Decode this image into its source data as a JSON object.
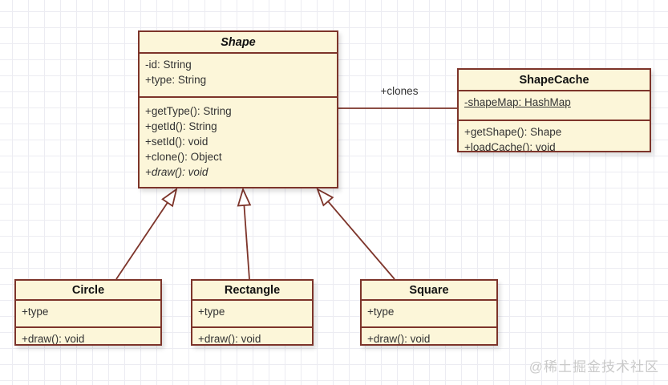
{
  "diagram": {
    "type": "uml-class-diagram",
    "classes": {
      "shape": {
        "title": "Shape",
        "stereotype": "abstract",
        "attributes": [
          "-id: String",
          "+type: String"
        ],
        "methods": [
          "+getType(): String",
          "+getId(): String",
          "+setId(): void",
          "+clone(): Object",
          "+draw(): void"
        ]
      },
      "shapeCache": {
        "title": "ShapeCache",
        "attributes": [
          "-shapeMap: HashMap"
        ],
        "methods": [
          "+getShape(): Shape",
          "+loadCache(): void"
        ]
      },
      "circle": {
        "title": "Circle",
        "attributes": [
          "+type"
        ],
        "methods": [
          "+draw(): void"
        ]
      },
      "rectangle": {
        "title": "Rectangle",
        "attributes": [
          "+type"
        ],
        "methods": [
          "+draw(): void"
        ]
      },
      "square": {
        "title": "Square",
        "attributes": [
          "+type"
        ],
        "methods": [
          "+draw(): void"
        ]
      }
    },
    "edges": [
      {
        "kind": "association",
        "from": "Shape",
        "to": "ShapeCache",
        "label": "+clones"
      },
      {
        "kind": "generalization",
        "from": "Circle",
        "to": "Shape"
      },
      {
        "kind": "generalization",
        "from": "Rectangle",
        "to": "Shape"
      },
      {
        "kind": "generalization",
        "from": "Square",
        "to": "Shape"
      }
    ],
    "association_label": "+clones",
    "colors": {
      "node_fill": "#fcf6d9",
      "node_border": "#7d342a",
      "text": "#333333",
      "grid_line": "#ececf2",
      "background": "#ffffff",
      "watermark": "#c9c9c9"
    }
  },
  "watermark": "@稀土掘金技术社区"
}
